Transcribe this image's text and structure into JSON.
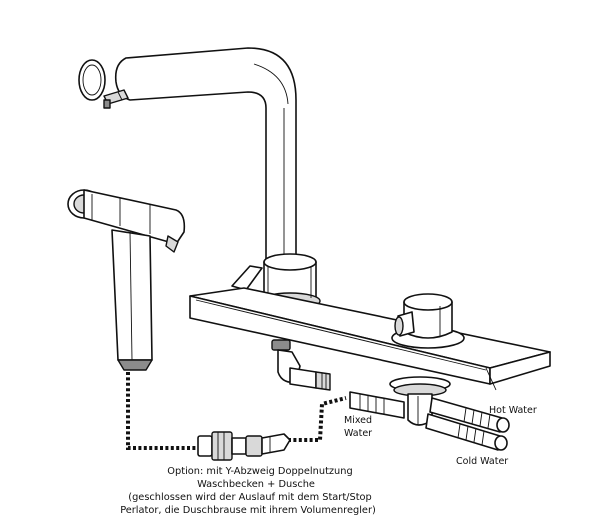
{
  "labels": {
    "hot_water": "Hot Water",
    "cold_water": "Cold Water",
    "mixed_water_line1": "Mixed",
    "mixed_water_line2": "Water"
  },
  "caption": {
    "line1": "Option: mit Y-Abzweig Doppelnutzung",
    "line2": "Waschbecken + Dusche",
    "line3": "(geschlossen wird der Auslauf mit dem Start/Stop",
    "line4": "Perlator, die Duschbrause mit ihrem Volumenregler)"
  }
}
